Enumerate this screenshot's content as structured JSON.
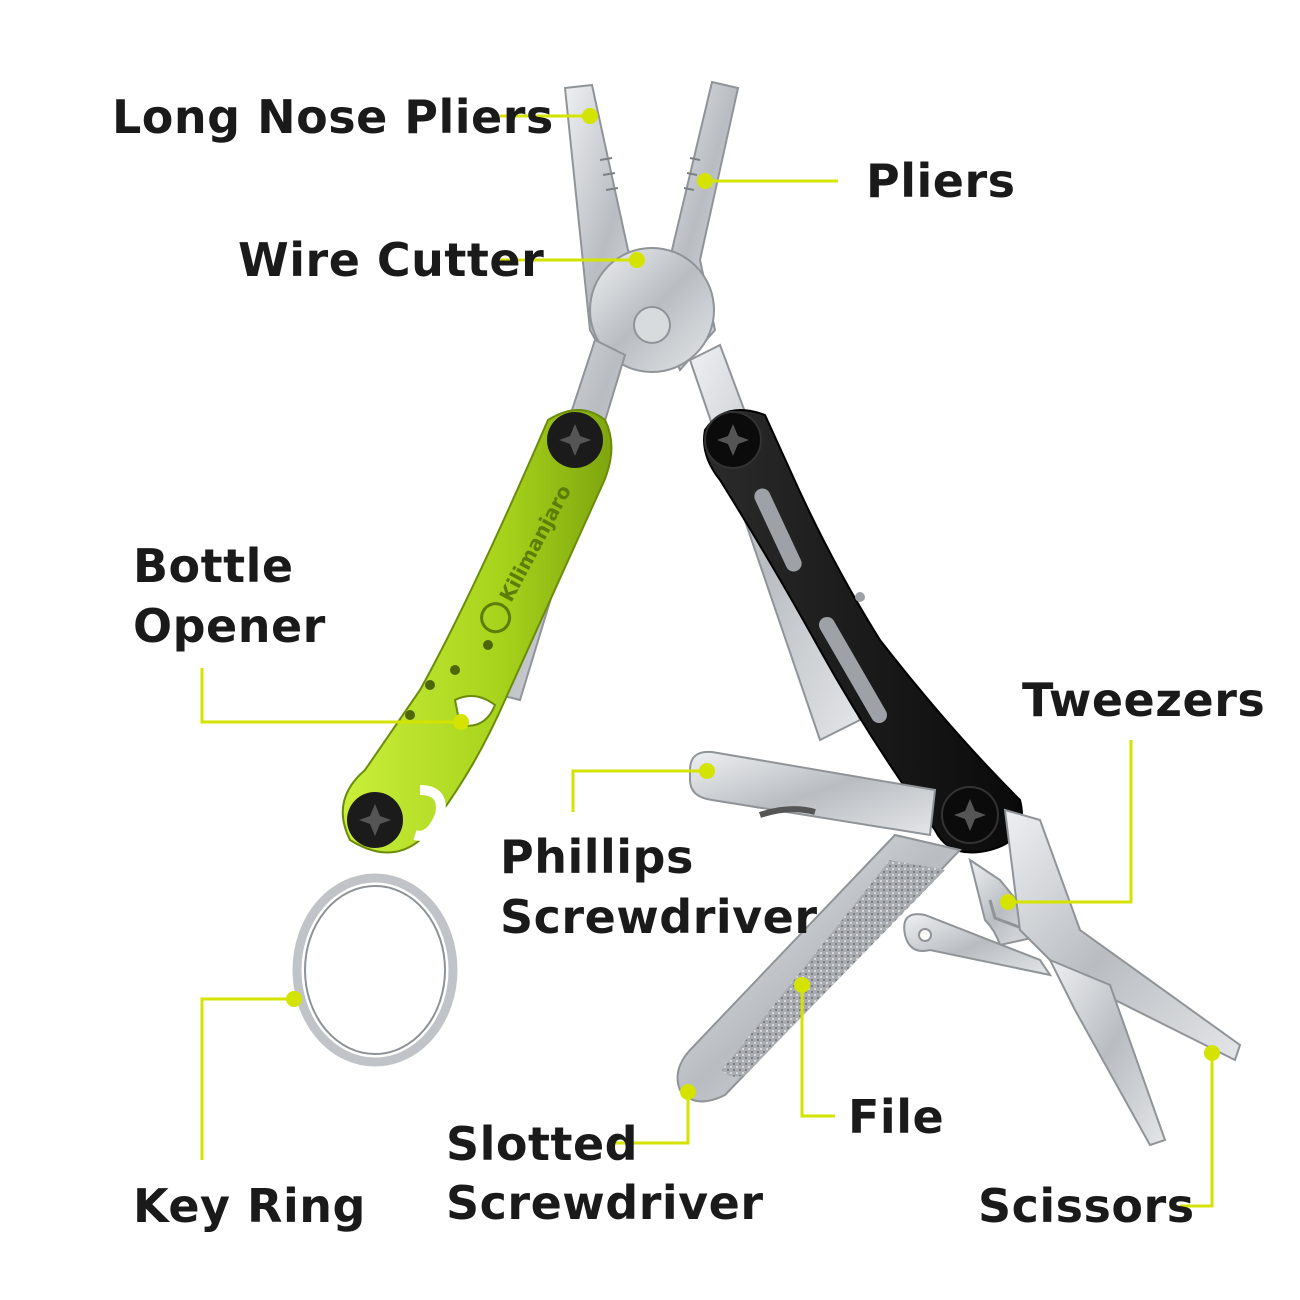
{
  "colors": {
    "accent": "#d4e300",
    "green_handle": "#a7d21b",
    "black_handle": "#141414",
    "steel": "#c9ccd0",
    "label_text": "#1a1a1a"
  },
  "brand_logo_text": "Kilimanjaro",
  "labels": {
    "long_nose_pliers": "Long Nose Pliers",
    "pliers": "Pliers",
    "wire_cutter": "Wire Cutter",
    "bottle_opener_line1": "Bottle",
    "bottle_opener_line2": "Opener",
    "tweezers": "Tweezers",
    "phillips_line1": "Phillips",
    "phillips_line2": "Screwdriver",
    "key_ring": "Key Ring",
    "file": "File",
    "slotted_line1": "Slotted",
    "slotted_line2": "Screwdriver",
    "scissors": "Scissors"
  }
}
